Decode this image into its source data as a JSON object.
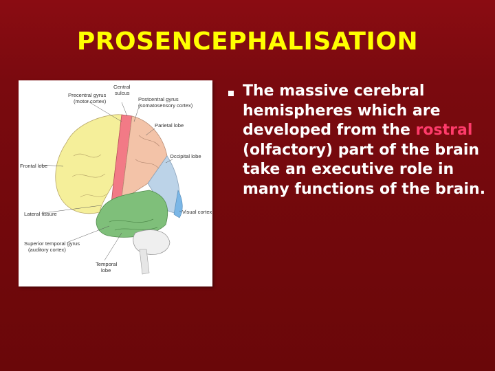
{
  "slide": {
    "title": "PROSENCEPHALISATION",
    "bullet": {
      "part1": "The massive cerebral hemispheres which are developed from the ",
      "highlight": "rostral",
      "part2": " (olfactory) part of the brain take an executive role in many functions of the brain."
    }
  },
  "figure": {
    "labels": {
      "precentral": "Precentral gyrus",
      "motor": "(motor cortex)",
      "central": "Central",
      "sulcus": "sulcus",
      "postcentral": "Postcentral gyrus",
      "somato": "(somatosensory cortex)",
      "parietal": "Parietal lobe",
      "occipital": "Occipital lobe",
      "frontal": "Frontal lobe",
      "lateral": "Lateral fissure",
      "visual": "Visual cortex",
      "sup_temporal": "Superior temporal gyrus",
      "auditory": "(auditory cortex)",
      "temporal": "Temporal",
      "lobe": "lobe"
    }
  },
  "colors": {
    "background": "#7a0a0f",
    "title": "#ffff00",
    "text": "#ffffff",
    "highlight": "#ff3b6b",
    "frontal": "#f5ef9a",
    "precentral": "#f27a86",
    "parietal": "#f3c3a8",
    "occipital": "#bcd3e8",
    "temporal": "#7fbf7a",
    "visual": "#7ab6e6"
  }
}
